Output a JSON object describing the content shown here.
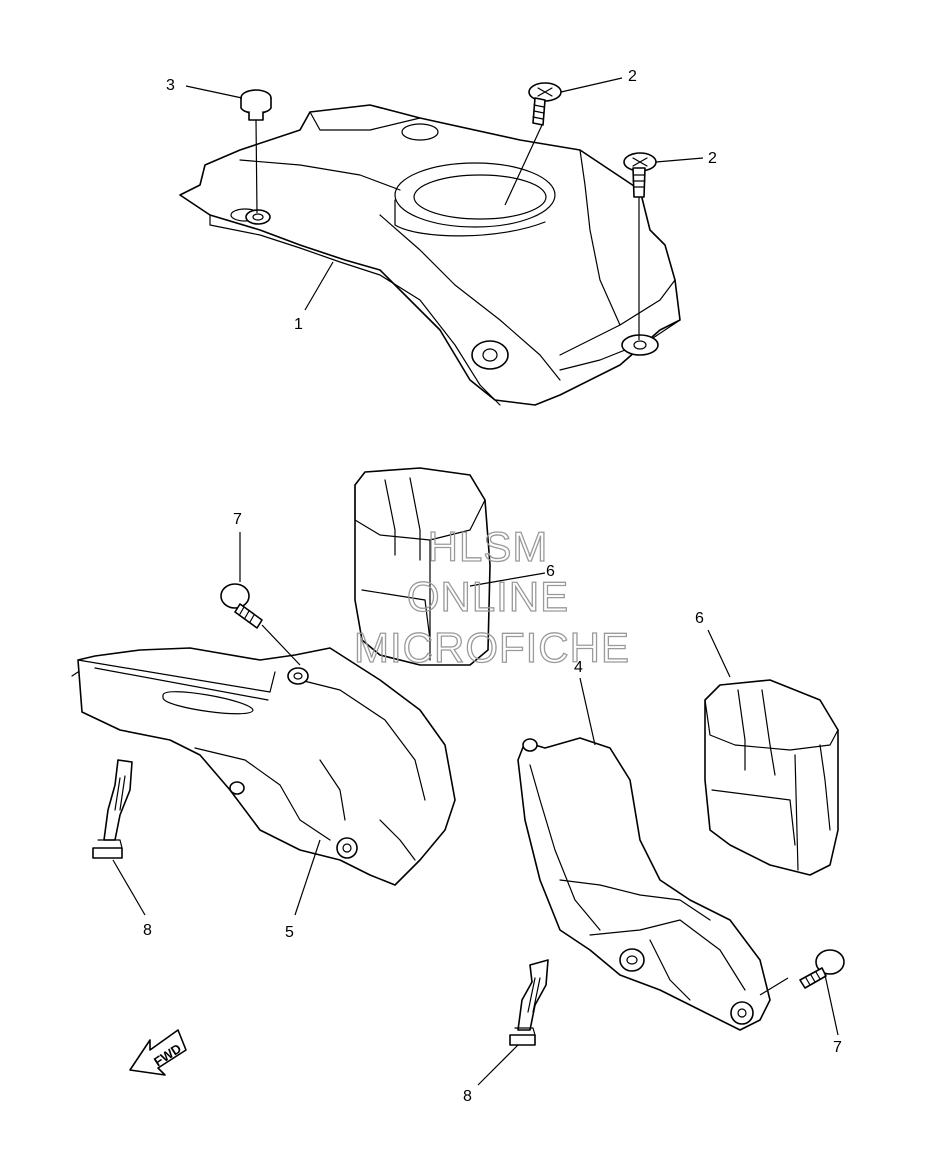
{
  "callouts": {
    "c1": "1",
    "c2a": "2",
    "c2b": "2",
    "c3": "3",
    "c4": "4",
    "c5": "5",
    "c6a": "6",
    "c6b": "6",
    "c7a": "7",
    "c7b": "7",
    "c8a": "8",
    "c8b": "8"
  },
  "direction_arrow": {
    "label": "FWD"
  },
  "watermark": {
    "line1": "HLSM",
    "line2": "ONLINE",
    "line3": "MICROFICHE"
  }
}
